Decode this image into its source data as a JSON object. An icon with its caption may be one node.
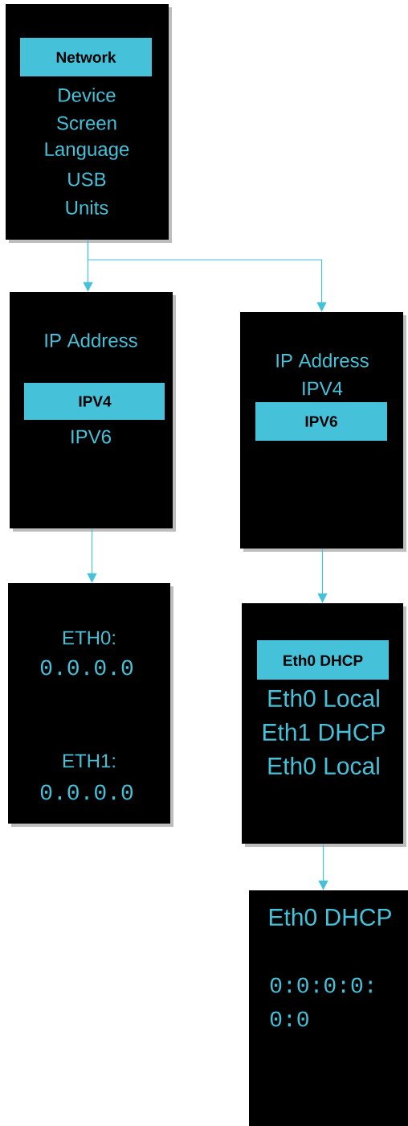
{
  "diagram": {
    "nodes": [
      {
        "text": [
          "Device",
          "Screen",
          "Language",
          "USB",
          "Units"
        ]
      },
      {
        "text": [
          "Network"
        ],
        "in": 0
      },
      {
        "text": [
          "IP Address",
          "IPV6"
        ]
      },
      {
        "text": [
          "IPV4"
        ],
        "in": 2
      },
      {
        "text": [
          "IP Address",
          "IPV4"
        ]
      },
      {
        "text": [
          "IPV6"
        ],
        "in": 4
      },
      {
        "text": [
          "ETH0:",
          "0.0.0.0",
          "ETH1:",
          "0.0.0.0"
        ]
      },
      {
        "text": [
          "Eth0 Local",
          "Eth1 DHCP",
          "Eth0 Local"
        ]
      },
      {
        "text": [
          "Eth0 DHCP"
        ],
        "in": 7
      },
      {
        "text": [
          "Eth0 DHCP",
          "0:0:0:0: 0:0"
        ]
      }
    ],
    "edges": [
      {
        "from": 0,
        "to": 2,
        "arrow": "to"
      },
      {
        "from": 0,
        "to": 4,
        "arrow": "to"
      },
      {
        "from": 2,
        "to": 6,
        "arrow": "to"
      },
      {
        "from": 4,
        "to": 7,
        "arrow": "to"
      },
      {
        "from": 7,
        "to": 9,
        "arrow": "to"
      }
    ]
  }
}
